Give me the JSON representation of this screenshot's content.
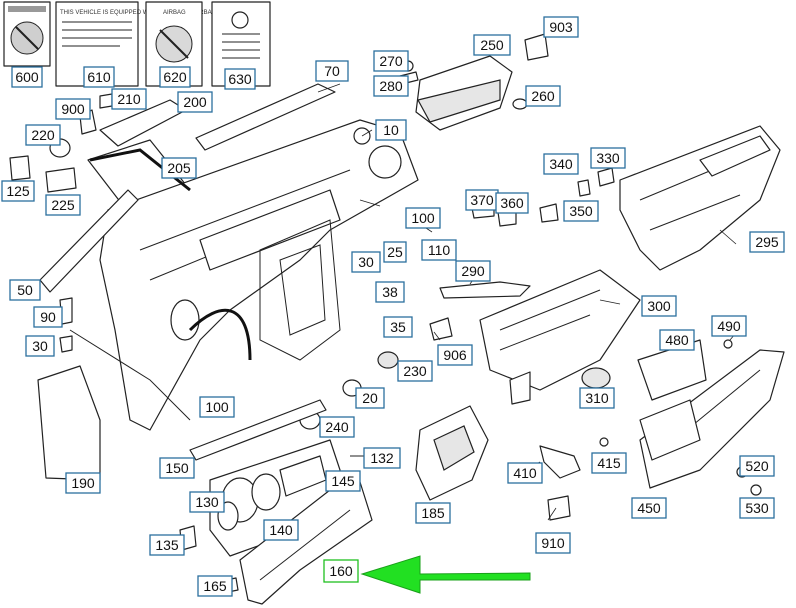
{
  "sticker_610_text": "THIS VEHICLE IS EQUIPPED WITH ADVANCED AIRBAGS",
  "sticker_620_text": "AIRBAG",
  "labels": [
    {
      "id": "600",
      "text": "600"
    },
    {
      "id": "610",
      "text": "610"
    },
    {
      "id": "620",
      "text": "620"
    },
    {
      "id": "630",
      "text": "630"
    },
    {
      "id": "70",
      "text": "70"
    },
    {
      "id": "250",
      "text": "250"
    },
    {
      "id": "903",
      "text": "903"
    },
    {
      "id": "270",
      "text": "270"
    },
    {
      "id": "280",
      "text": "280"
    },
    {
      "id": "260",
      "text": "260"
    },
    {
      "id": "900",
      "text": "900"
    },
    {
      "id": "210",
      "text": "210"
    },
    {
      "id": "200",
      "text": "200"
    },
    {
      "id": "10",
      "text": "10"
    },
    {
      "id": "220",
      "text": "220"
    },
    {
      "id": "340",
      "text": "340"
    },
    {
      "id": "330",
      "text": "330"
    },
    {
      "id": "205",
      "text": "205"
    },
    {
      "id": "125",
      "text": "125"
    },
    {
      "id": "225",
      "text": "225"
    },
    {
      "id": "370",
      "text": "370"
    },
    {
      "id": "360",
      "text": "360"
    },
    {
      "id": "350",
      "text": "350"
    },
    {
      "id": "100a",
      "text": "100"
    },
    {
      "id": "295",
      "text": "295"
    },
    {
      "id": "25",
      "text": "25"
    },
    {
      "id": "110",
      "text": "110"
    },
    {
      "id": "30a",
      "text": "30"
    },
    {
      "id": "290",
      "text": "290"
    },
    {
      "id": "50",
      "text": "50"
    },
    {
      "id": "38",
      "text": "38"
    },
    {
      "id": "300",
      "text": "300"
    },
    {
      "id": "90",
      "text": "90"
    },
    {
      "id": "35",
      "text": "35"
    },
    {
      "id": "490",
      "text": "490"
    },
    {
      "id": "480",
      "text": "480"
    },
    {
      "id": "30b",
      "text": "30"
    },
    {
      "id": "906",
      "text": "906"
    },
    {
      "id": "230",
      "text": "230"
    },
    {
      "id": "20",
      "text": "20"
    },
    {
      "id": "310",
      "text": "310"
    },
    {
      "id": "100b",
      "text": "100"
    },
    {
      "id": "240",
      "text": "240"
    },
    {
      "id": "132",
      "text": "132"
    },
    {
      "id": "415",
      "text": "415"
    },
    {
      "id": "150",
      "text": "150"
    },
    {
      "id": "410",
      "text": "410"
    },
    {
      "id": "520",
      "text": "520"
    },
    {
      "id": "190",
      "text": "190"
    },
    {
      "id": "145",
      "text": "145"
    },
    {
      "id": "130",
      "text": "130"
    },
    {
      "id": "185",
      "text": "185"
    },
    {
      "id": "450",
      "text": "450"
    },
    {
      "id": "530",
      "text": "530"
    },
    {
      "id": "140",
      "text": "140"
    },
    {
      "id": "135",
      "text": "135"
    },
    {
      "id": "910",
      "text": "910"
    },
    {
      "id": "160",
      "text": "160"
    },
    {
      "id": "165",
      "text": "165"
    }
  ],
  "colors": {
    "label_border": "#2b6f9e",
    "highlight_border": "#1fbf1f",
    "arrow": "#22e022"
  },
  "highlighted_part": "160"
}
